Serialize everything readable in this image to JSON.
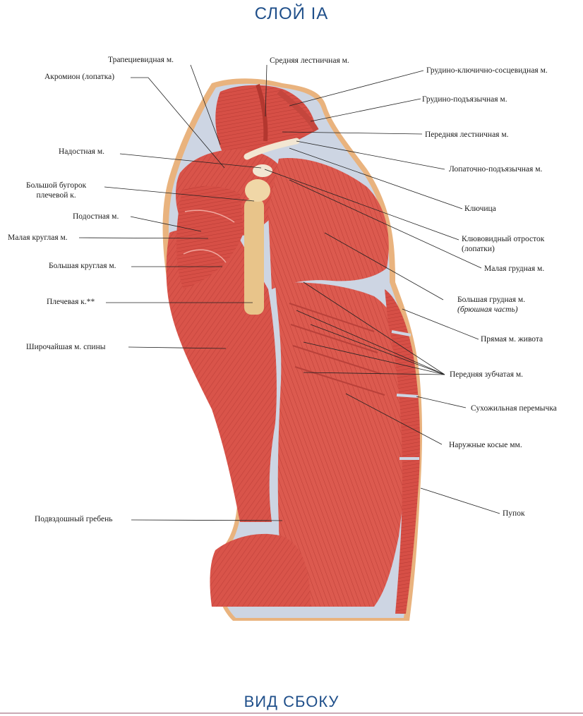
{
  "title": "СЛОЙ IA",
  "subtitle": "ВИД СБОКУ",
  "colors": {
    "title": "#1f4f8a",
    "muscle": "#d9544a",
    "muscle_dark": "#b8372f",
    "fascia": "#c9d3e2",
    "bone": "#e8c48a",
    "skin_edge": "#e6b07a"
  },
  "labels": {
    "trapezius": "Трапециевидная м.",
    "acromion": "Акромион (лопатка)",
    "supraspinatus": "Надостная м.",
    "greater_tubercle_1": "Большой бугорок",
    "greater_tubercle_2": "плечевой к.",
    "infraspinatus": "Подостная м.",
    "teres_minor": "Малая круглая м.",
    "teres_major": "Большая круглая м.",
    "humerus": "Плечевая к.**",
    "latissimus": "Широчайшая м. спины",
    "iliac_crest": "Подвздошный гребень",
    "scalene_middle": "Средняя лестничная м.",
    "sternocleidomastoid": "Грудино-ключично-сосцевидная м.",
    "sternohyoid": "Грудино-подъязычная м.",
    "scalene_anterior": "Передняя лестничная м.",
    "omohyoid": "Лопаточно-подъязычная м.",
    "clavicle": "Ключица",
    "coracoid_1": "Клювовидный отросток",
    "coracoid_2": "(лопатки)",
    "pectoralis_minor": "Малая грудная м.",
    "pectoralis_major_1": "Большая грудная м.",
    "pectoralis_major_2": "(брюшная часть)",
    "rectus_abdominis": "Прямая м. живота",
    "serratus_anterior": "Передняя зубчатая м.",
    "tendinous_intersection": "Сухожильная перемычка",
    "external_oblique": "Наружные косые мм.",
    "navel": "Пупок"
  }
}
